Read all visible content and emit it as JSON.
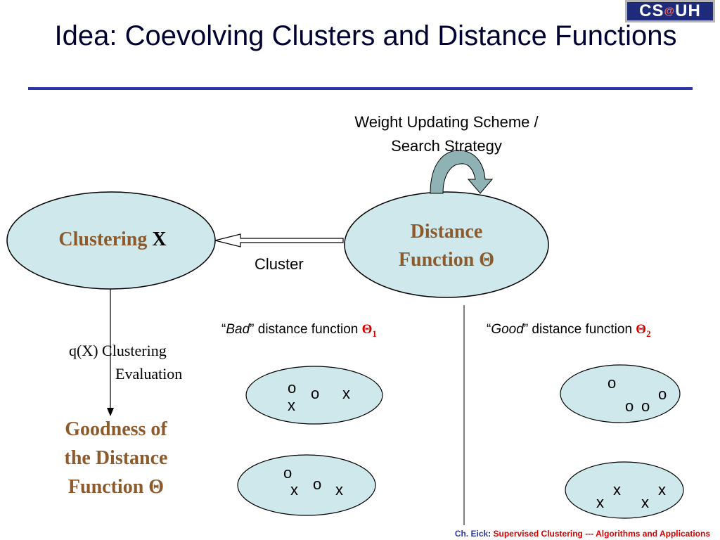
{
  "title": "Idea: Coevolving Clusters and Distance Functions",
  "logo": {
    "left": "CS",
    "at": "@",
    "right": "UH"
  },
  "weight_label": {
    "line1": "Weight Updating Scheme /",
    "line2": "Search Strategy"
  },
  "clustering": {
    "word": "Clustering",
    "var": "X"
  },
  "distance": {
    "line1": "Distance",
    "line2": "Function",
    "symbol": "Θ"
  },
  "cluster_label": "Cluster",
  "evaluation": {
    "line1": "q(X) Clustering",
    "line2": "Evaluation"
  },
  "goodness": {
    "line1": "Goodness of",
    "line2": "the Distance",
    "line3": "Function",
    "symbol": "Θ"
  },
  "bad": {
    "open_quote": "“",
    "word": "Bad",
    "rest": "” distance function ",
    "symbol": "Θ",
    "sub": "1"
  },
  "good": {
    "open_quote": "“",
    "word": "Good",
    "rest": "” distance function ",
    "symbol": "Θ",
    "sub": "2"
  },
  "marks": {
    "o": "o",
    "x": "x"
  },
  "footer": {
    "author": "Ch. Eick",
    "sep": ": ",
    "course": "Supervised Clustering --- Algorithms and Applications"
  },
  "colors": {
    "node_fill": "#cfe8ec",
    "accent_brown": "#8c5a2b",
    "rule_blue": "#2b33a6",
    "footer_red": "#d40000",
    "footer_blue": "#2c3aa0"
  }
}
